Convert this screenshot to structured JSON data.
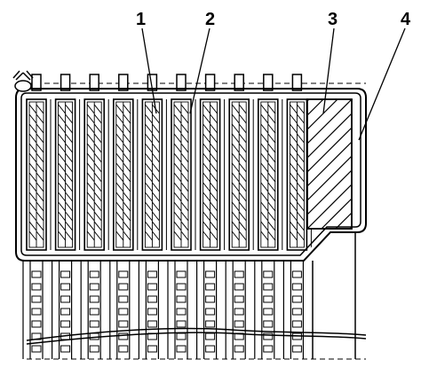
{
  "diagram": {
    "callouts": [
      {
        "id": "1",
        "label": "1"
      },
      {
        "id": "2",
        "label": "2"
      },
      {
        "id": "3",
        "label": "3"
      },
      {
        "id": "4",
        "label": "4"
      }
    ],
    "plate_count": 10,
    "stroke_color": "#000000",
    "background_color": "#ffffff"
  }
}
